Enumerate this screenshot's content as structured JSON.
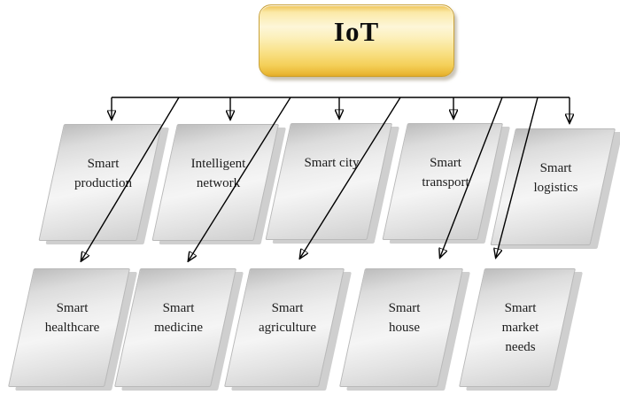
{
  "diagram": {
    "root": {
      "label": "IoT"
    },
    "top_row": [
      {
        "label": "Smart\nproduction"
      },
      {
        "label": "Intelligent\nnetwork"
      },
      {
        "label": "Smart city"
      },
      {
        "label": "Smart\ntransport"
      },
      {
        "label": "Smart\nlogistics"
      }
    ],
    "bottom_row": [
      {
        "label": "Smart\nhealthcare"
      },
      {
        "label": "Smart\nmedicine"
      },
      {
        "label": "Smart\nagriculture"
      },
      {
        "label": "Smart\nhouse"
      },
      {
        "label": "Smart\nmarket\nneeds"
      }
    ],
    "colors": {
      "root_fill_light": "#fdf6d8",
      "root_fill_gold": "#f2c94c",
      "root_border": "#c9a23b",
      "panel_fill_light": "#f5f5f5",
      "panel_fill_dark": "#bdbdbd",
      "panel_shadow": "#c7c7c7",
      "connector": "#000000",
      "background": "#ffffff"
    }
  }
}
